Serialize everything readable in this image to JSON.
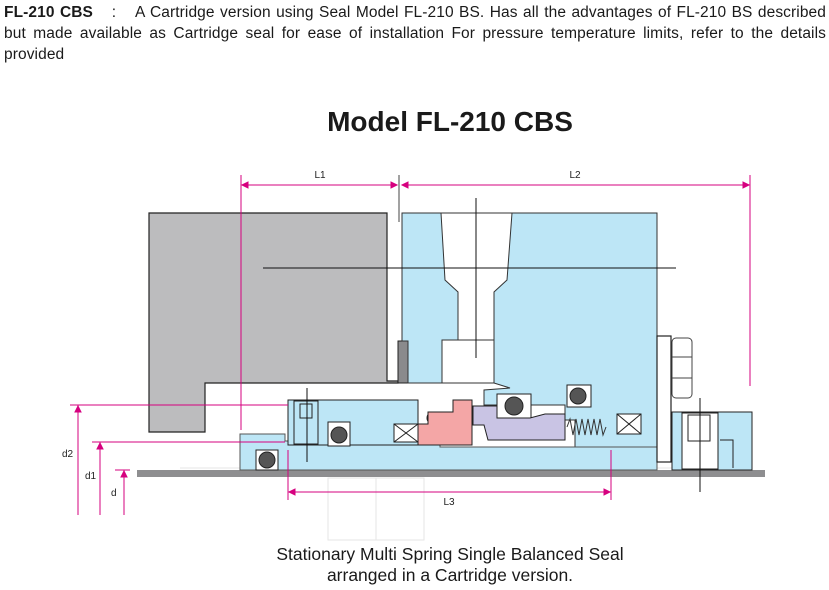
{
  "intro": {
    "model": "FL-210 CBS",
    "separator": ":",
    "description": "A Cartridge version using Seal Model FL-210 BS. Has all the advantages of FL-210 BS described but made available as Cartridge seal for ease of installation For pressure temperature limits, refer to the details provided"
  },
  "figure": {
    "title": "Model FL-210 CBS",
    "dimensions": {
      "l1": "L1",
      "l2": "L2",
      "l3": "L3",
      "d2": "d2",
      "d1": "d1",
      "d": "d"
    },
    "caption_line1": "Stationary  Multi Spring  Single Balanced Seal",
    "caption_line2": "arranged in a Cartridge version."
  },
  "colors": {
    "dimension": "#d6007f",
    "housing": "#bde6f6",
    "gland": "#bcbcbe",
    "stationary_face": "#f4a6a6",
    "rotary_face": "#c9c4e4"
  }
}
